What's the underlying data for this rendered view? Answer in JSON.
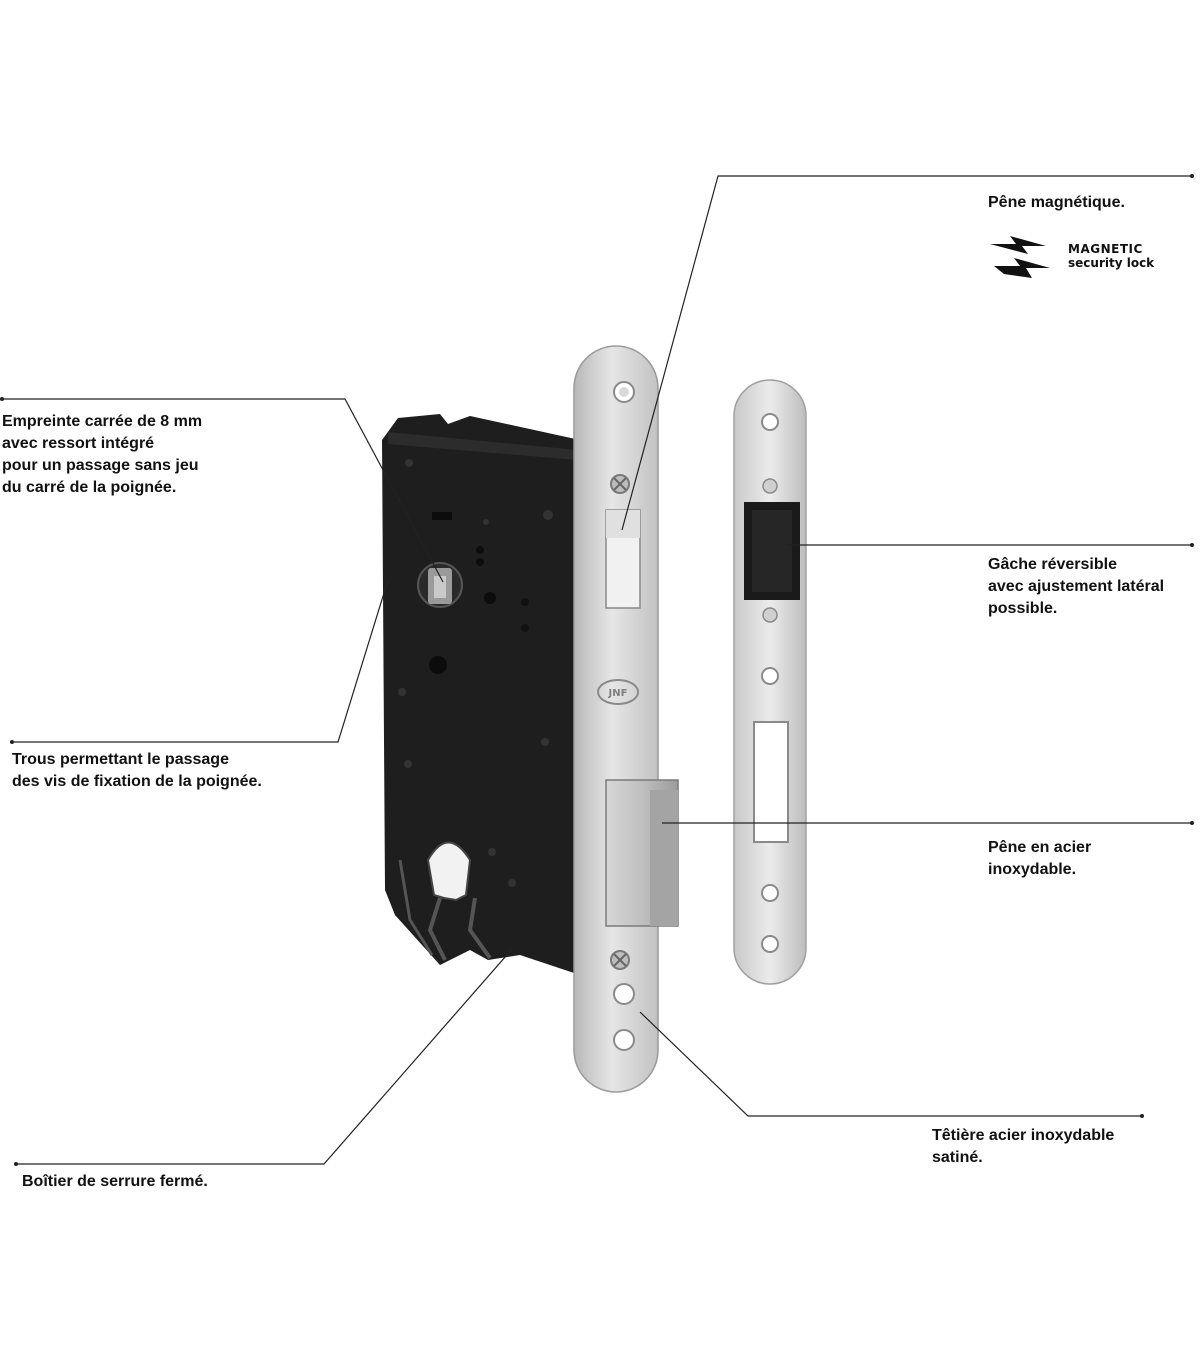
{
  "callouts": {
    "pene_magnetique": [
      "Pêne magnétique."
    ],
    "empreinte": [
      "Empreinte carrée de 8 mm",
      "avec ressort intégré",
      "pour un passage sans jeu",
      "du carré de la poignée."
    ],
    "gache": [
      "Gâche réversible",
      "avec ajustement latéral",
      "possible."
    ],
    "trous": [
      "Trous permettant le passage",
      "des vis de fixation de la poignée."
    ],
    "pene_acier": [
      "Pêne en acier",
      "inoxydable."
    ],
    "tetiere": [
      "Têtière acier inoxydable",
      "satiné."
    ],
    "boitier": [
      "Boîtier de serrure fermé."
    ]
  },
  "brand": {
    "line1": "MAGNETIC",
    "line2": "security lock",
    "icon": "lightning-bolt-icon"
  },
  "faceplate_logo": "JNF",
  "colors": {
    "lock_body": "#1e1e1e",
    "steel_light": "#e2e2e2",
    "steel_dark": "#a9a9a9",
    "lines": "#222222"
  }
}
